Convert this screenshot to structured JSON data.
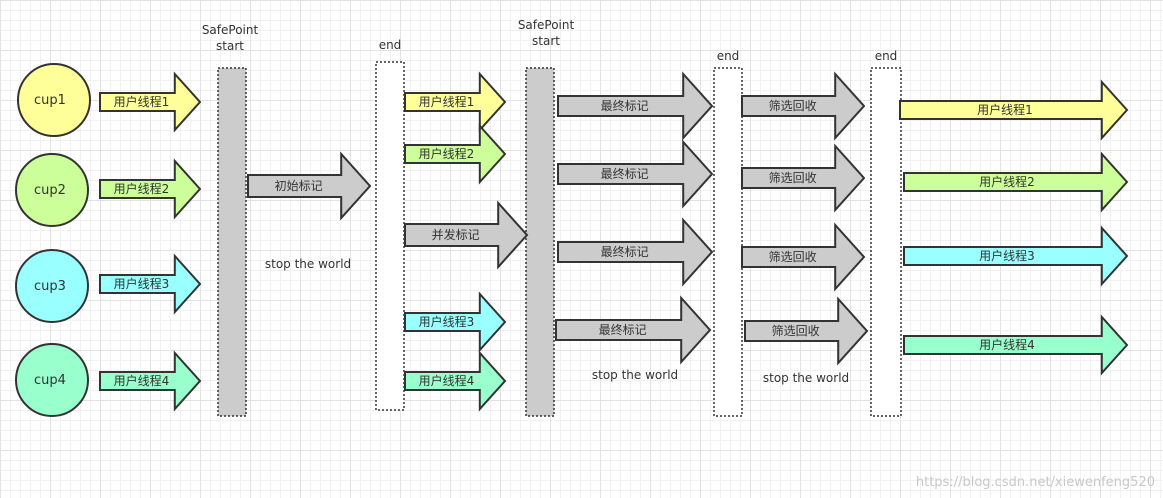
{
  "colors": {
    "yellow": "#ffff99",
    "lightgreen": "#ccff99",
    "cyan": "#99ffff",
    "mint": "#99ffcc",
    "gray": "#cccccc",
    "stroke": "#333333"
  },
  "cpus": [
    {
      "label": "cup1",
      "color": "#ffff99"
    },
    {
      "label": "cup2",
      "color": "#ccff99"
    },
    {
      "label": "cup3",
      "color": "#99ffff"
    },
    {
      "label": "cup4",
      "color": "#99ffcc"
    }
  ],
  "bars": {
    "safepoint1": {
      "label": "SafePoint\nstart"
    },
    "end1": {
      "label": "end"
    },
    "safepoint2": {
      "label": "SafePoint\nstart"
    },
    "end2": {
      "label": "end"
    },
    "end3": {
      "label": "end"
    }
  },
  "arrows": {
    "stage1": [
      {
        "label": "用户线程1",
        "color": "#ffff99"
      },
      {
        "label": "用户线程2",
        "color": "#ccff99"
      },
      {
        "label": "用户线程3",
        "color": "#99ffff"
      },
      {
        "label": "用户线程4",
        "color": "#99ffcc"
      }
    ],
    "initial_mark": {
      "label": "初始标记",
      "color": "#cccccc"
    },
    "stage3": [
      {
        "label": "用户线程1",
        "color": "#ffff99"
      },
      {
        "label": "用户线程2",
        "color": "#ccff99"
      },
      {
        "label": "并发标记",
        "color": "#cccccc"
      },
      {
        "label": "用户线程3",
        "color": "#99ffff"
      },
      {
        "label": "用户线程4",
        "color": "#99ffcc"
      }
    ],
    "final_mark": [
      {
        "label": "最终标记",
        "color": "#cccccc"
      },
      {
        "label": "最终标记",
        "color": "#cccccc"
      },
      {
        "label": "最终标记",
        "color": "#cccccc"
      },
      {
        "label": "最终标记",
        "color": "#cccccc"
      }
    ],
    "sweep": [
      {
        "label": "筛选回收",
        "color": "#cccccc"
      },
      {
        "label": "筛选回收",
        "color": "#cccccc"
      },
      {
        "label": "筛选回收",
        "color": "#cccccc"
      },
      {
        "label": "筛选回收",
        "color": "#cccccc"
      }
    ],
    "final_threads": [
      {
        "label": "用户线程1",
        "color": "#ffff99"
      },
      {
        "label": "用户线程2",
        "color": "#ccff99"
      },
      {
        "label": "用户线程3",
        "color": "#99ffff"
      },
      {
        "label": "用户线程4",
        "color": "#99ffcc"
      }
    ]
  },
  "annotations": {
    "stw1": "stop the world",
    "stw2": "stop the world",
    "stw3": "stop the world"
  },
  "watermark": "https://blog.csdn.net/xiewenfeng520"
}
